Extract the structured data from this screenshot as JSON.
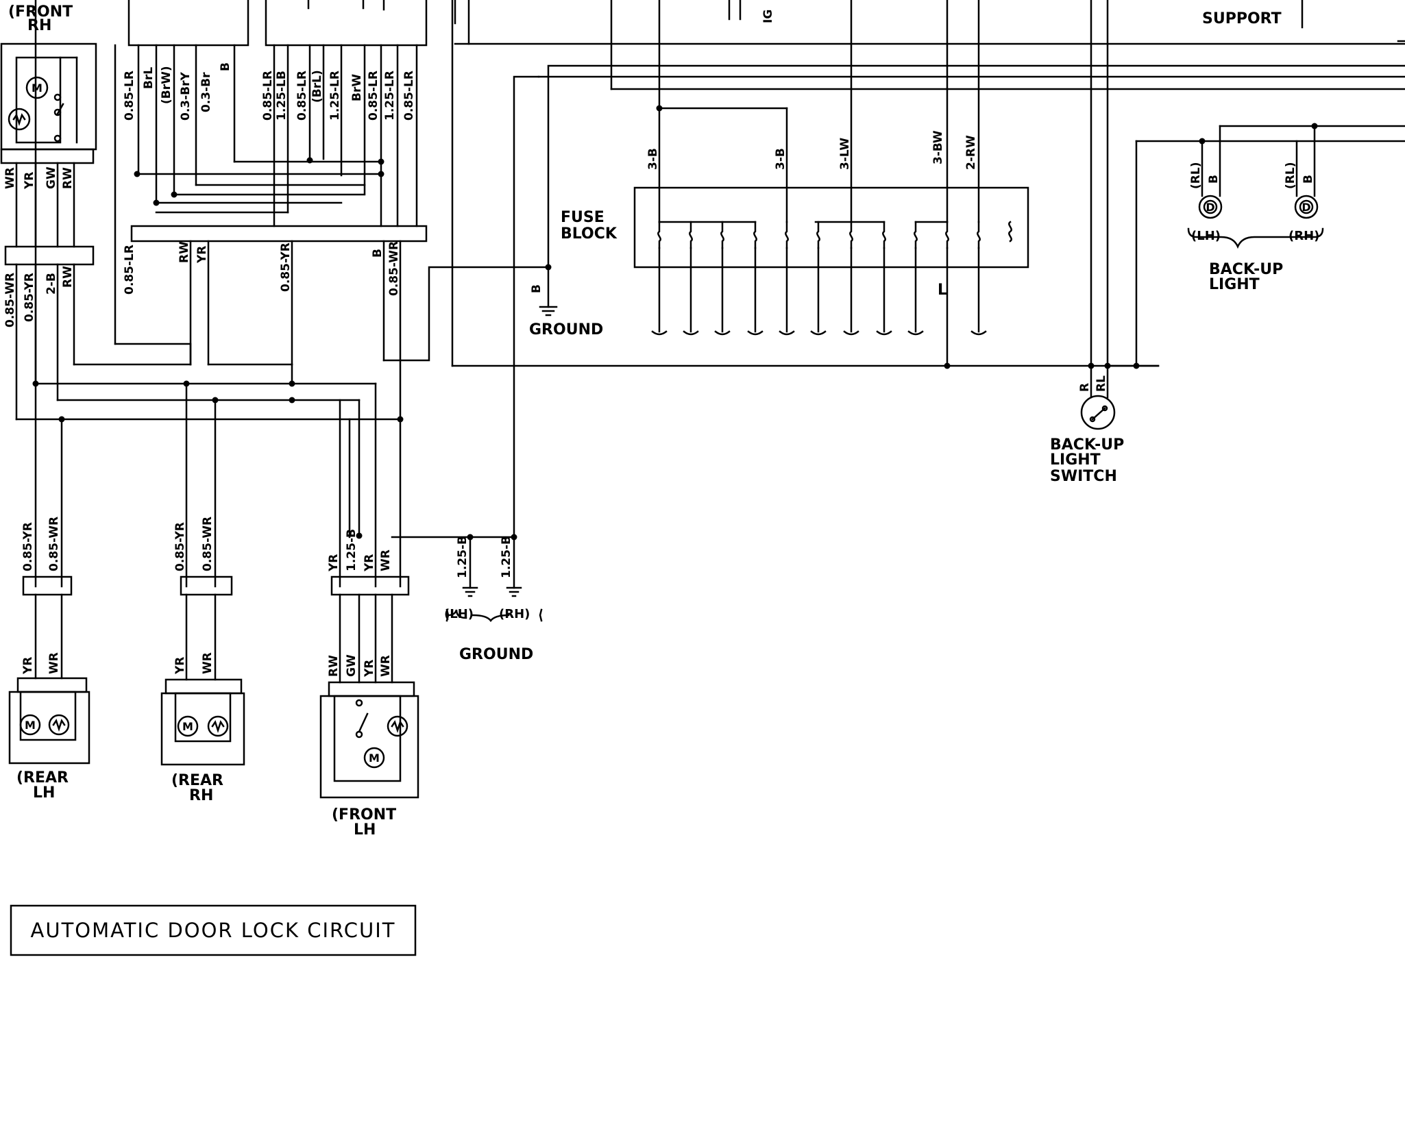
{
  "title_box": {
    "text": "AUTOMATIC DOOR LOCK CIRCUIT"
  },
  "components": {
    "front_rh": [
      "(FRONT",
      "RH"
    ],
    "rear_lh": [
      "(REAR",
      "LH"
    ],
    "rear_rh": [
      "(REAR",
      "RH"
    ],
    "front_lh": [
      "(FRONT",
      "LH"
    ],
    "fuse_block": [
      "FUSE",
      "BLOCK"
    ],
    "ground_main": "GROUND",
    "ground_bottom": "GROUND",
    "ground_lh": "(LH)",
    "ground_rh": "(RH)",
    "steering_support": "SUPPORT",
    "ign_partial": "IG",
    "backup_light": [
      "BACK-UP",
      "LIGHT"
    ],
    "backup_lh": "(LH)",
    "backup_rh": "(RH)",
    "backup_switch": [
      "BACK-UP",
      "LIGHT",
      "SWITCH"
    ],
    "fuse_wire_l": "L"
  },
  "wire_labels": {
    "front_rh_pins": [
      "WR",
      "YR",
      "GW",
      "RW"
    ],
    "left_harness": [
      "0.85-WR",
      "0.85-YR",
      "2-B",
      "RW"
    ],
    "upper_left_connector": [
      "0.85-LR",
      "BrL",
      "(BrW)",
      "0.3-BrY",
      "0.3-Br",
      "B"
    ],
    "upper_mid_connector": [
      "0.85-LR",
      "1.25-LB",
      "0.85-LR",
      "(BrL)",
      "1.25-LR",
      "BrW",
      "0.85-LR",
      "1.25-LR",
      "0.85-LR"
    ],
    "center_bar_drops": [
      "0.85-LR",
      "RW",
      "YR",
      "0.85-YR",
      "B",
      "0.85-WR"
    ],
    "rear_lh_upper": [
      "0.85-YR",
      "0.85-WR"
    ],
    "rear_lh_lower": [
      "YR",
      "WR"
    ],
    "rear_rh_upper": [
      "0.85-YR",
      "0.85-WR"
    ],
    "rear_rh_lower": [
      "YR",
      "WR"
    ],
    "front_lh_upper": [
      "YR",
      "1.25-B",
      "YR",
      "WR"
    ],
    "front_lh_lower": [
      "RW",
      "GW",
      "YR",
      "WR"
    ],
    "ground_wires": [
      "1.25-B",
      "1.25-B"
    ],
    "ground_main_wire": "B",
    "fuse_feeds": [
      "3-B",
      "3-B",
      "3-LW",
      "3-BW",
      "2-RW"
    ],
    "backup_light_pins": [
      "(RL)",
      "B",
      "(RL)",
      "B"
    ],
    "backup_switch_pins": [
      "R",
      "RL"
    ]
  },
  "symbols": {
    "motor": "M"
  }
}
